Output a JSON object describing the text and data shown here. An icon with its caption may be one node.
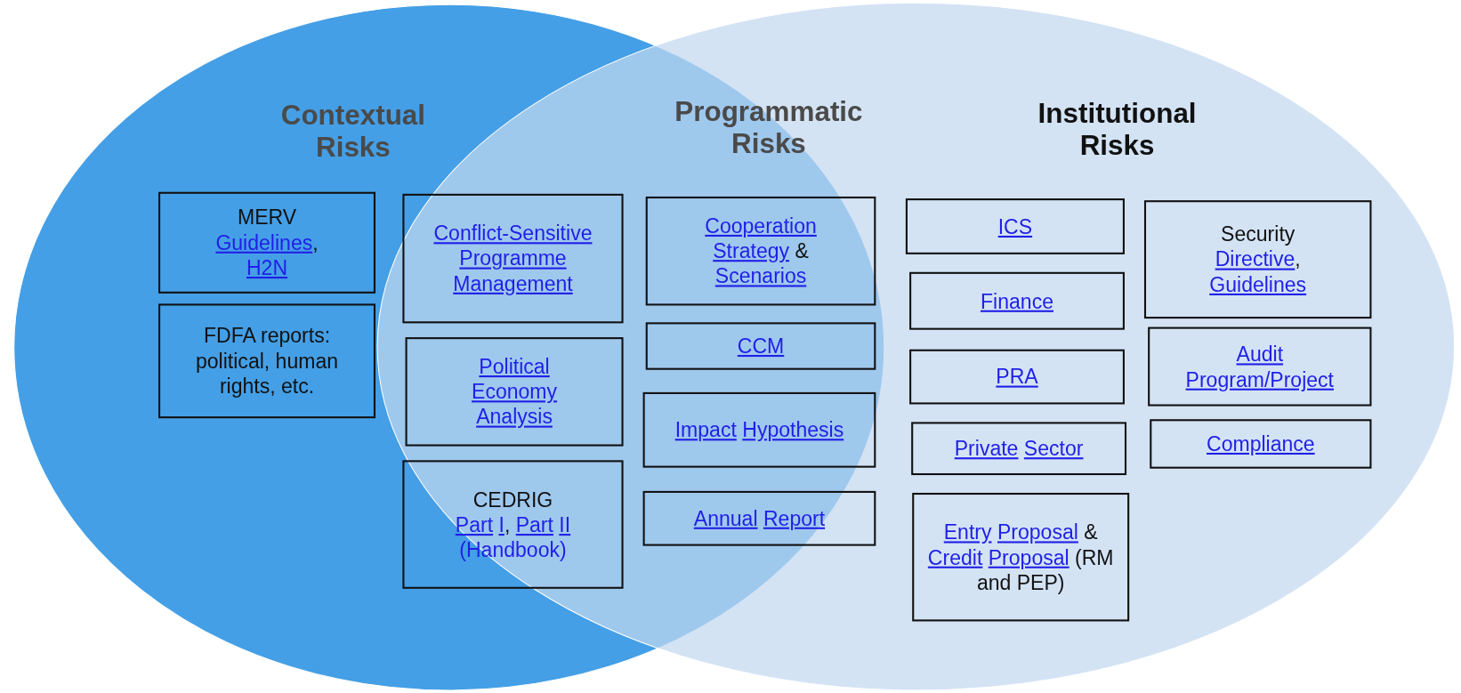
{
  "diagram": {
    "nodes": [
      {
        "text": [
          "Contextual Risks"
        ]
      },
      {
        "text": [
          "Institutional Risks"
        ]
      },
      {
        "text": [
          "MERV Guidelines, H2N"
        ],
        "in": 0
      },
      {
        "text": [
          "FDFA reports: political, human rights, etc."
        ],
        "in": 0
      },
      {
        "text": [
          "Conflict-Sensitive Programme Management"
        ]
      },
      {
        "text": [
          "Political Economy Analysis"
        ]
      },
      {
        "text": [
          "CEDRIG Part I, Part II (Handbook)"
        ]
      },
      {
        "text": [
          "Cooperation Strategy & Scenarios"
        ]
      },
      {
        "text": [
          "CCM"
        ]
      },
      {
        "text": [
          "Impact Hypothesis"
        ]
      },
      {
        "text": [
          "Annual Report"
        ]
      },
      {
        "text": [
          "ICS"
        ],
        "in": 1
      },
      {
        "text": [
          "Finance"
        ],
        "in": 1
      },
      {
        "text": [
          "PRA"
        ],
        "in": 1
      },
      {
        "text": [
          "Private Sector"
        ],
        "in": 1
      },
      {
        "text": [
          "Entry Proposal & Credit Proposal (RM and PEP)"
        ],
        "in": 1
      },
      {
        "text": [
          "Security Directive, Guidelines"
        ],
        "in": 1
      },
      {
        "text": [
          "Audit Program/Project"
        ],
        "in": 1
      },
      {
        "text": [
          "Compliance"
        ],
        "in": 1
      }
    ],
    "labels": [
      "Programmatic Risks"
    ]
  }
}
